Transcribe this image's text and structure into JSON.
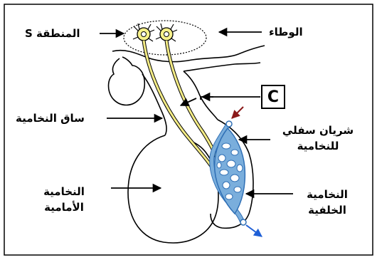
{
  "labels": {
    "s_region": "المنطقة S",
    "hypothalamus": "الوطاء",
    "c_marker": "C",
    "pituitary_stalk": "ساق النخامية",
    "inferior_artery_line1": "شريان سفلي",
    "inferior_artery_line2": "للنخامية",
    "anterior_line1": "النخامية",
    "anterior_line2": "الأمامية",
    "posterior_line1": "النخامية",
    "posterior_line2": "الخلفية"
  },
  "colors": {
    "outline": "#000000",
    "neuron_body": "#fbf7c4",
    "neuron_fill": "#f6f08a",
    "axon": "#f3eb85",
    "vessel": "#7aaedc",
    "vessel_dark": "#2f6fb5",
    "arrow_in": "#8b1a1a",
    "arrow_out": "#1f5fd6"
  }
}
